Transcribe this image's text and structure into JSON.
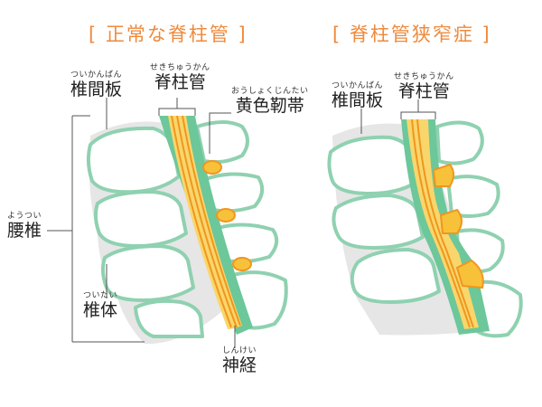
{
  "titles": {
    "left": "[ 正常な脊柱管 ]",
    "right": "[ 脊柱管狭窄症 ]"
  },
  "labels": {
    "disc_left": {
      "ruby": "ついかんばん",
      "text": "椎間板"
    },
    "canal_left": {
      "ruby": "せきちゅうかん",
      "text": "脊柱管"
    },
    "ligament": {
      "ruby": "おうしょくじんたい",
      "text": "黄色靭帯"
    },
    "lumbar": {
      "ruby": "ようつい",
      "text": "腰椎"
    },
    "body": {
      "ruby": "ついたい",
      "text": "椎体"
    },
    "nerve": {
      "ruby": "しんけい",
      "text": "神経"
    },
    "disc_right": {
      "ruby": "ついかんばん",
      "text": "椎間板"
    },
    "canal_right": {
      "ruby": "せきちゅうかん",
      "text": "脊柱管"
    }
  },
  "colors": {
    "title": "#ef8a3c",
    "bone_outline": "#8fd1b0",
    "canal": "#6cc79a",
    "nerve": "#f9d66b",
    "nerve_line": "#f0961f",
    "ligament": "#f7c23a",
    "disc": "#e6e6e6"
  }
}
